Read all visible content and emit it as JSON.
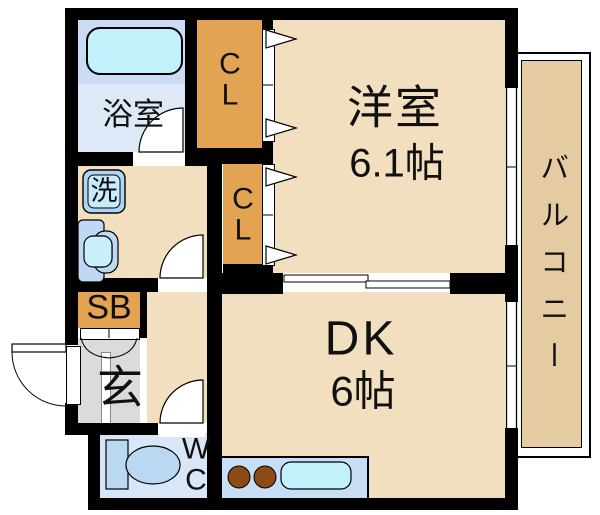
{
  "plan": {
    "bathroom": {
      "label": "浴室"
    },
    "closet_top": {
      "label": "CL"
    },
    "closet_mid": {
      "label": "CL"
    },
    "western_room": {
      "name": "洋室",
      "size": "6.1帖"
    },
    "dining_kitchen": {
      "name": "DK",
      "size": "6帖"
    },
    "balcony": {
      "label": "バルコニー"
    },
    "washer": {
      "label": "洗"
    },
    "shoe_box": {
      "label": "SB"
    },
    "entrance": {
      "label": "玄"
    },
    "toilet": {
      "label": "WC"
    }
  },
  "colors": {
    "wall": "#000000",
    "room_floor": "#F2DFC0",
    "closet": "#E2A352",
    "balcony_floor": "#E5CBA2",
    "bathroom_floor": "#DDE9F7",
    "bathtub_surround": "#C9DCF3",
    "bathtub": "#C2F0FB",
    "entrance_floor": "#DBDBDB",
    "wc_floor": "#D7E7F8",
    "fixture_blue": "#BBD8F3",
    "washer_blue": "#AED6F0",
    "counter_blue": "#C7DEF5",
    "sink_cyan": "#C2F0FB",
    "burner_brown": "#8B4A16"
  }
}
